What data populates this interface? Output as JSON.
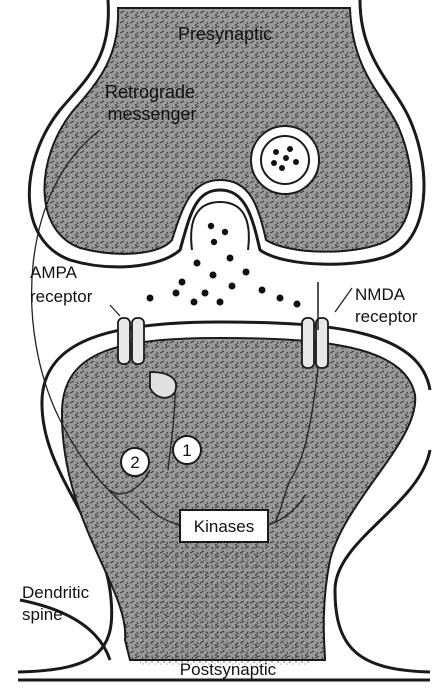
{
  "labels": {
    "presynaptic": "Presynaptic",
    "retrograde": "Retrograde",
    "messenger": "messenger",
    "ampa_line1": "AMPA",
    "ampa_line2": "receptor",
    "nmda_line1": "NMDA",
    "nmda_line2": "receptor",
    "step1": "1",
    "step2": "2",
    "kinases": "Kinases",
    "dendritic_line1": "Dendritic",
    "dendritic_line2": "spine",
    "postsynaptic": "Postsynaptic"
  },
  "colors": {
    "ink": "#1a1a1a",
    "cytoplasm_fill": "#8a8a8a",
    "cleft": "#ffffff"
  },
  "icons": {
    "vesicle": "vesicle-with-transmitter-dots",
    "receptor": "channel-receptor",
    "transmitter": "dot"
  }
}
